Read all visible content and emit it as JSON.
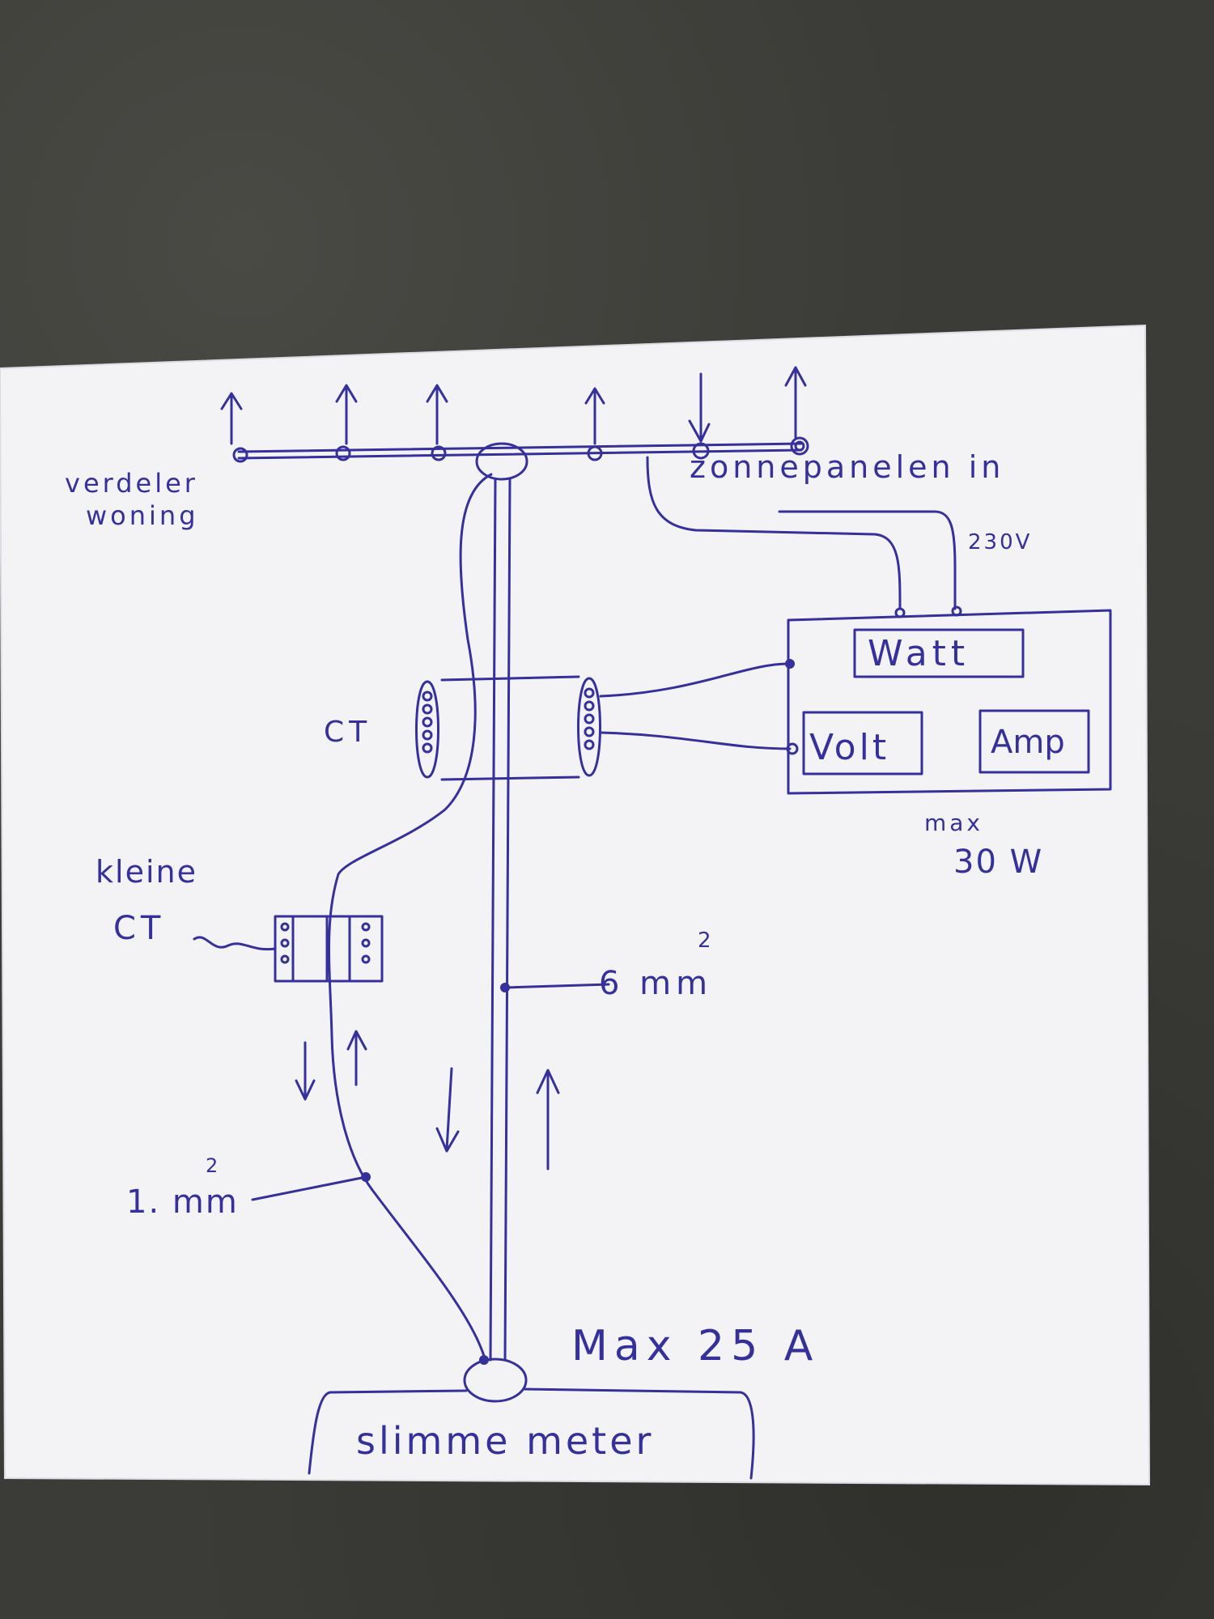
{
  "labels": {
    "verdeler_line1": "verdeler",
    "verdeler_line2": "woning",
    "zonnepanelen": "zonnepanelen in",
    "v230": "230V",
    "watt": "Watt",
    "volt": "Volt",
    "amp": "Amp",
    "max_line1": "max",
    "max_line2": "30 W",
    "ct": "CT",
    "kleine_line1": "kleine",
    "kleine_line2": "CT",
    "wire_6mm": "6 mm",
    "wire_6mm_sup": "2",
    "wire_1mm": "1. mm",
    "wire_1mm_sup": "2",
    "max25": "Max 25 A",
    "slimme_meter": "slimme meter"
  },
  "colors": {
    "ink": "#35309a",
    "paper": "#f3f3f6",
    "background": "#3b3b37"
  },
  "icons": [
    "arrow-up-icon",
    "arrow-down-icon"
  ]
}
